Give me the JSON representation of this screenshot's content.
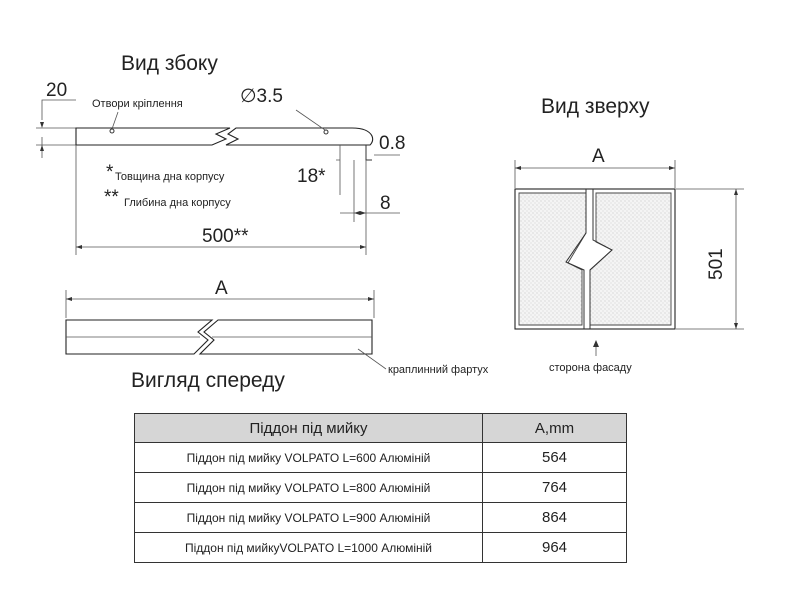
{
  "views": {
    "side_title": "Вид збоку",
    "top_title": "Вид зверху",
    "front_title": "Вигляд спереду"
  },
  "annotations": {
    "dim_20": "20",
    "holes_label": "Отвори кріплення",
    "dim_diameter": "∅3.5",
    "dim_0_8": "0.8",
    "dim_18": "18*",
    "dim_8": "8",
    "note_thickness_mark": "*",
    "note_thickness": "Товщина дна корпусу",
    "note_depth_mark": "**",
    "note_depth": "Глибина дна корпусу",
    "dim_500": "500**",
    "front_dim_a": "A",
    "drip_label": "краплинний фартух",
    "top_dim_a": "A",
    "top_dim_501": "501",
    "facade_label": "сторона фасаду"
  },
  "table": {
    "headers": [
      "Піддон під мийку",
      "A,mm"
    ],
    "rows": [
      {
        "name": "Піддон під мийку VOLPATO L=600  Алюміній",
        "value": "564"
      },
      {
        "name": "Піддон під мийку VOLPATO L=800 Алюміній",
        "value": "764"
      },
      {
        "name": "Піддон під мийку VOLPATO L=900 Алюміній",
        "value": "864"
      },
      {
        "name": "Піддон під мийкуVOLPATO L=1000 Алюміній",
        "value": "964"
      }
    ]
  }
}
